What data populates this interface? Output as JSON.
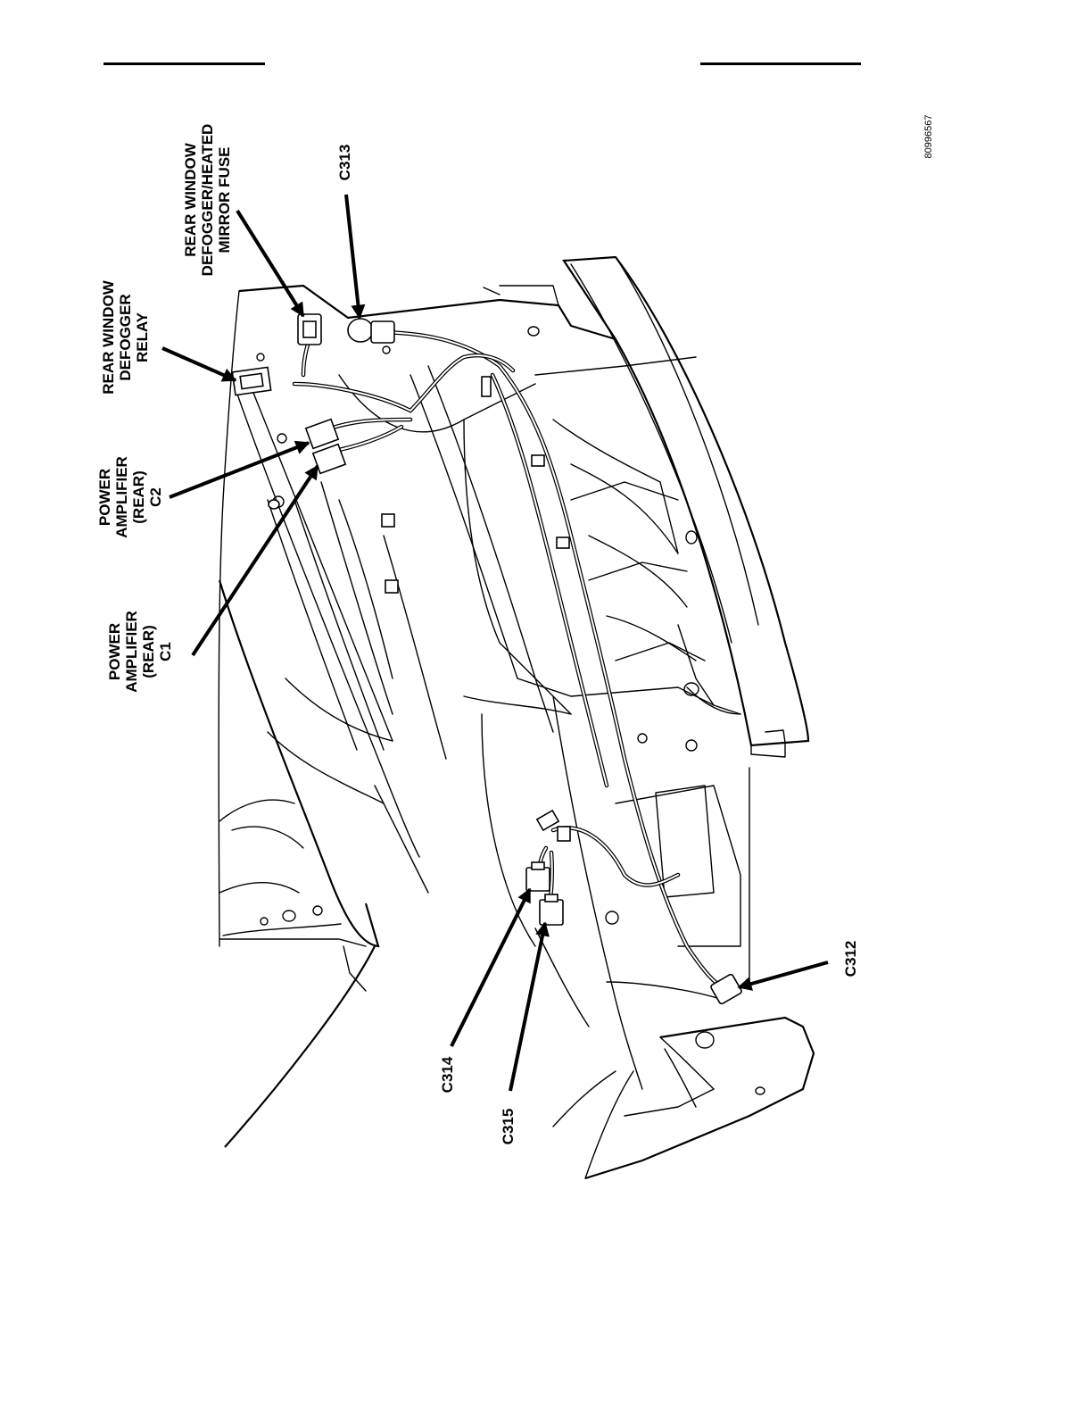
{
  "figure": {
    "id": "80996567",
    "callouts": {
      "rear_window_defogger_relay": [
        "REAR WINDOW",
        "DEFOGGER",
        "RELAY"
      ],
      "defogger_mirror_fuse": [
        "REAR WINDOW",
        "DEFOGGER/HEATED",
        "MIRROR FUSE"
      ],
      "c313": [
        "C313"
      ],
      "power_amplifier_c2": [
        "POWER",
        "AMPLIFIER",
        "(REAR)",
        "C2"
      ],
      "power_amplifier_c1": [
        "POWER",
        "AMPLIFIER",
        "(REAR)",
        "C1"
      ],
      "c312": [
        "C312"
      ],
      "c314": [
        "C314"
      ],
      "c315": [
        "C315"
      ]
    }
  }
}
